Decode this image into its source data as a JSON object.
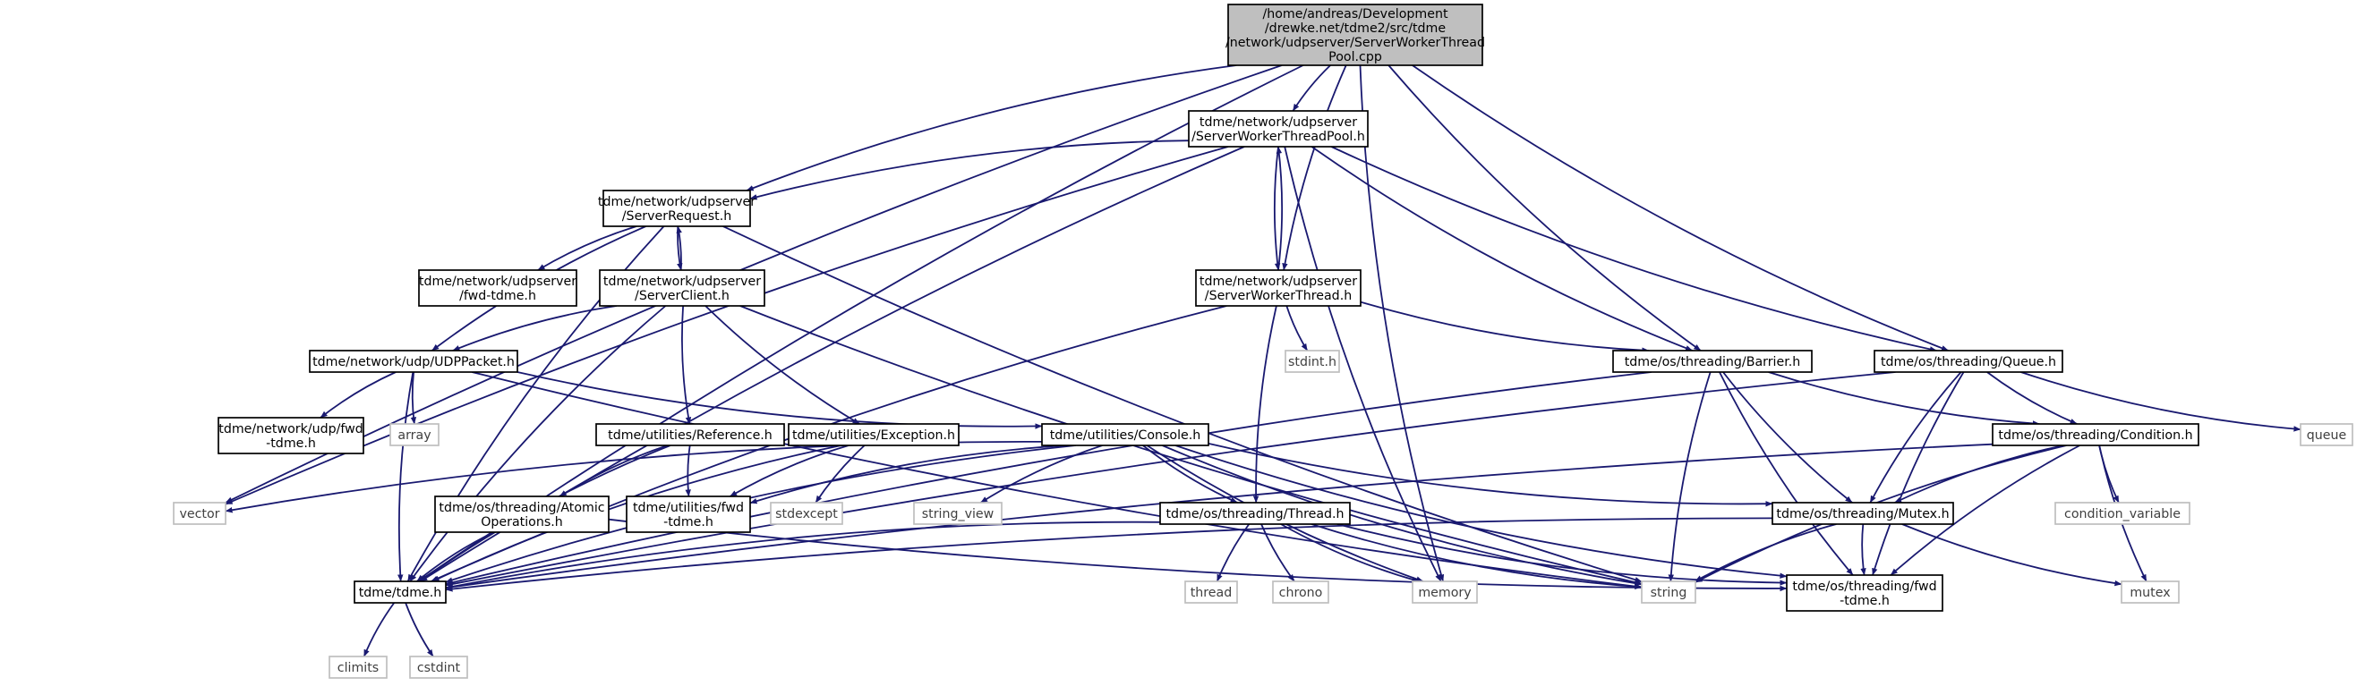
{
  "colors": {
    "edge": "#191970",
    "root_fill": "#bfbfbf",
    "node_fill": "#ffffff",
    "node_stroke": "#000000",
    "system_stroke": "#bfbfbf",
    "system_text": "#404040",
    "text": "#000000"
  },
  "nodes": [
    {
      "id": "root",
      "lines": [
        "/home/andreas/Development",
        "/drewke.net/tdme2/src/tdme",
        "/network/udpserver/ServerWorkerThread",
        "Pool.cpp"
      ],
      "kind": "root"
    },
    {
      "id": "swtp_h",
      "lines": [
        "tdme/network/udpserver",
        "/ServerWorkerThreadPool.h"
      ],
      "kind": "header"
    },
    {
      "id": "server_request",
      "lines": [
        "tdme/network/udpserver",
        "/ServerRequest.h"
      ],
      "kind": "header"
    },
    {
      "id": "fwd_udpserver",
      "lines": [
        "tdme/network/udpserver",
        "/fwd-tdme.h"
      ],
      "kind": "header"
    },
    {
      "id": "server_client",
      "lines": [
        "tdme/network/udpserver",
        "/ServerClient.h"
      ],
      "kind": "header"
    },
    {
      "id": "swt_h",
      "lines": [
        "tdme/network/udpserver",
        "/ServerWorkerThread.h"
      ],
      "kind": "header"
    },
    {
      "id": "stdint_h",
      "lines": [
        "stdint.h"
      ],
      "kind": "system"
    },
    {
      "id": "udppacket",
      "lines": [
        "tdme/network/udp/UDPPacket.h"
      ],
      "kind": "header"
    },
    {
      "id": "fwd_udp",
      "lines": [
        "tdme/network/udp/fwd",
        "-tdme.h"
      ],
      "kind": "header"
    },
    {
      "id": "array",
      "lines": [
        "array"
      ],
      "kind": "system"
    },
    {
      "id": "barrier",
      "lines": [
        "tdme/os/threading/Barrier.h"
      ],
      "kind": "header"
    },
    {
      "id": "queue_h",
      "lines": [
        "tdme/os/threading/Queue.h"
      ],
      "kind": "header"
    },
    {
      "id": "queue",
      "lines": [
        "queue"
      ],
      "kind": "system"
    },
    {
      "id": "reference",
      "lines": [
        "tdme/utilities/Reference.h"
      ],
      "kind": "header"
    },
    {
      "id": "exception",
      "lines": [
        "tdme/utilities/Exception.h"
      ],
      "kind": "header"
    },
    {
      "id": "console",
      "lines": [
        "tdme/utilities/Console.h"
      ],
      "kind": "header"
    },
    {
      "id": "condition",
      "lines": [
        "tdme/os/threading/Condition.h"
      ],
      "kind": "header"
    },
    {
      "id": "vector",
      "lines": [
        "vector"
      ],
      "kind": "system"
    },
    {
      "id": "atomic",
      "lines": [
        "tdme/os/threading/Atomic",
        "Operations.h"
      ],
      "kind": "header"
    },
    {
      "id": "fwd_utilities",
      "lines": [
        "tdme/utilities/fwd",
        "-tdme.h"
      ],
      "kind": "header"
    },
    {
      "id": "stdexcept",
      "lines": [
        "stdexcept"
      ],
      "kind": "system"
    },
    {
      "id": "string_view",
      "lines": [
        "string_view"
      ],
      "kind": "system"
    },
    {
      "id": "thread_h",
      "lines": [
        "tdme/os/threading/Thread.h"
      ],
      "kind": "header"
    },
    {
      "id": "mutex_h",
      "lines": [
        "tdme/os/threading/Mutex.h"
      ],
      "kind": "header"
    },
    {
      "id": "condition_variable",
      "lines": [
        "condition_variable"
      ],
      "kind": "system"
    },
    {
      "id": "tdme_h",
      "lines": [
        "tdme/tdme.h"
      ],
      "kind": "header"
    },
    {
      "id": "thread",
      "lines": [
        "thread"
      ],
      "kind": "system"
    },
    {
      "id": "chrono",
      "lines": [
        "chrono"
      ],
      "kind": "system"
    },
    {
      "id": "memory",
      "lines": [
        "memory"
      ],
      "kind": "system"
    },
    {
      "id": "string",
      "lines": [
        "string"
      ],
      "kind": "system"
    },
    {
      "id": "fwd_threading",
      "lines": [
        "tdme/os/threading/fwd",
        "-tdme.h"
      ],
      "kind": "header"
    },
    {
      "id": "mutex",
      "lines": [
        "mutex"
      ],
      "kind": "system"
    },
    {
      "id": "climits",
      "lines": [
        "climits"
      ],
      "kind": "system"
    },
    {
      "id": "cstdint",
      "lines": [
        "cstdint"
      ],
      "kind": "system"
    }
  ],
  "edges": [
    [
      "root",
      "swtp_h"
    ],
    [
      "root",
      "server_request"
    ],
    [
      "root",
      "swt_h"
    ],
    [
      "root",
      "barrier"
    ],
    [
      "root",
      "queue_h"
    ],
    [
      "root",
      "vector"
    ],
    [
      "root",
      "memory"
    ],
    [
      "root",
      "tdme_h"
    ],
    [
      "swtp_h",
      "server_request"
    ],
    [
      "swtp_h",
      "swt_h"
    ],
    [
      "swtp_h",
      "barrier"
    ],
    [
      "swtp_h",
      "queue_h"
    ],
    [
      "swtp_h",
      "vector"
    ],
    [
      "swtp_h",
      "memory"
    ],
    [
      "swtp_h",
      "tdme_h"
    ],
    [
      "server_request",
      "fwd_udpserver"
    ],
    [
      "server_request",
      "server_client"
    ],
    [
      "server_request",
      "udppacket"
    ],
    [
      "server_request",
      "string"
    ],
    [
      "server_request",
      "tdme_h"
    ],
    [
      "server_client",
      "server_request"
    ],
    [
      "server_client",
      "udppacket"
    ],
    [
      "server_client",
      "reference"
    ],
    [
      "server_client",
      "exception"
    ],
    [
      "server_client",
      "string"
    ],
    [
      "server_client",
      "tdme_h"
    ],
    [
      "swt_h",
      "swtp_h"
    ],
    [
      "swt_h",
      "stdint_h"
    ],
    [
      "swt_h",
      "barrier"
    ],
    [
      "swt_h",
      "thread_h"
    ],
    [
      "swt_h",
      "tdme_h"
    ],
    [
      "udppacket",
      "fwd_udp"
    ],
    [
      "udppacket",
      "array"
    ],
    [
      "udppacket",
      "console"
    ],
    [
      "udppacket",
      "string"
    ],
    [
      "udppacket",
      "tdme_h"
    ],
    [
      "barrier",
      "condition"
    ],
    [
      "barrier",
      "mutex_h"
    ],
    [
      "barrier",
      "fwd_threading"
    ],
    [
      "barrier",
      "string"
    ],
    [
      "barrier",
      "tdme_h"
    ],
    [
      "queue_h",
      "condition"
    ],
    [
      "queue_h",
      "mutex_h"
    ],
    [
      "queue_h",
      "fwd_threading"
    ],
    [
      "queue_h",
      "queue"
    ],
    [
      "queue_h",
      "tdme_h"
    ],
    [
      "reference",
      "atomic"
    ],
    [
      "reference",
      "fwd_utilities"
    ],
    [
      "reference",
      "tdme_h"
    ],
    [
      "exception",
      "fwd_utilities"
    ],
    [
      "exception",
      "stdexcept"
    ],
    [
      "exception",
      "tdme_h"
    ],
    [
      "console",
      "fwd_utilities"
    ],
    [
      "console",
      "vector"
    ],
    [
      "console",
      "string_view"
    ],
    [
      "console",
      "thread_h"
    ],
    [
      "console",
      "mutex_h"
    ],
    [
      "console",
      "memory"
    ],
    [
      "console",
      "string"
    ],
    [
      "console",
      "fwd_threading"
    ],
    [
      "console",
      "tdme_h"
    ],
    [
      "condition",
      "mutex_h"
    ],
    [
      "condition",
      "condition_variable"
    ],
    [
      "condition",
      "mutex"
    ],
    [
      "condition",
      "string"
    ],
    [
      "condition",
      "fwd_threading"
    ],
    [
      "condition",
      "tdme_h"
    ],
    [
      "atomic",
      "fwd_threading"
    ],
    [
      "atomic",
      "tdme_h"
    ],
    [
      "thread_h",
      "thread"
    ],
    [
      "thread_h",
      "chrono"
    ],
    [
      "thread_h",
      "memory"
    ],
    [
      "thread_h",
      "string"
    ],
    [
      "thread_h",
      "fwd_threading"
    ],
    [
      "thread_h",
      "tdme_h"
    ],
    [
      "mutex_h",
      "mutex"
    ],
    [
      "mutex_h",
      "string"
    ],
    [
      "mutex_h",
      "fwd_threading"
    ],
    [
      "mutex_h",
      "tdme_h"
    ],
    [
      "tdme_h",
      "climits"
    ],
    [
      "tdme_h",
      "cstdint"
    ]
  ]
}
